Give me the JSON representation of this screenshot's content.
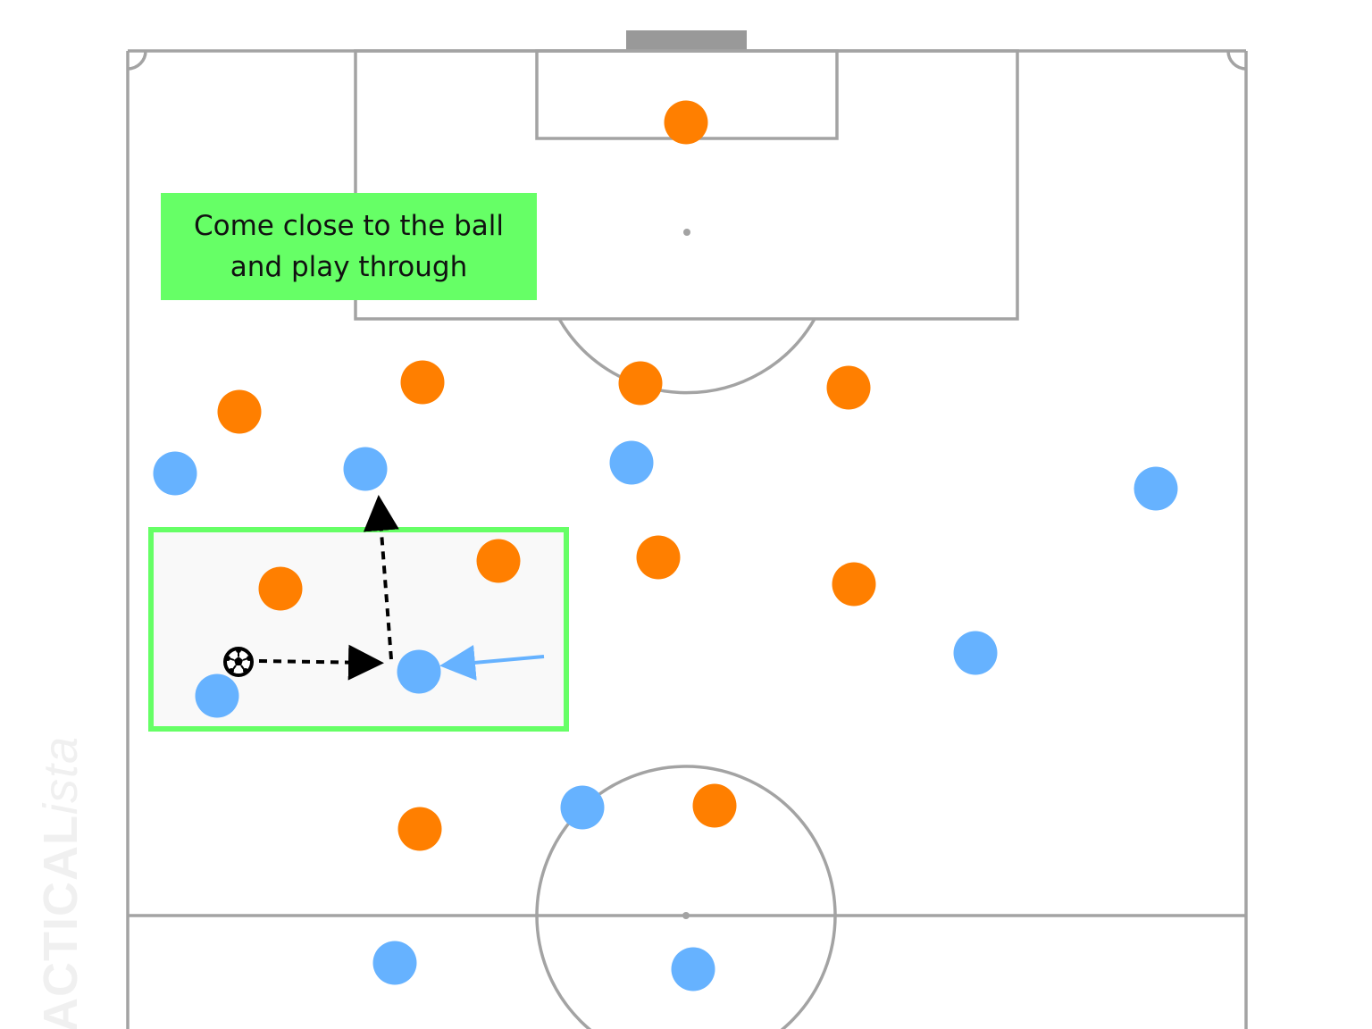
{
  "annotation": {
    "line1": "Come close to the ball",
    "line2": "and play through"
  },
  "watermark": {
    "brand_bold": "TACTICAL",
    "brand_italic": "ista"
  },
  "colors": {
    "pitch_lines": "#a3a3a3",
    "goal": "#999999",
    "orange_team": "#ff7f00",
    "blue_team": "#66b2ff",
    "highlight_zone_border": "#66ff66",
    "highlight_zone_fill": "#f9f9f9",
    "callout_fill": "#66ff66",
    "pass_arrow": "#000000",
    "run_arrow": "#66b2ff"
  },
  "teams": {
    "orange": {
      "name": "",
      "player_count": 11
    },
    "blue": {
      "name": "",
      "player_count": 11
    }
  },
  "highlight_zone": {
    "shown": true
  },
  "ball": {
    "icon": "soccer-ball-icon"
  }
}
